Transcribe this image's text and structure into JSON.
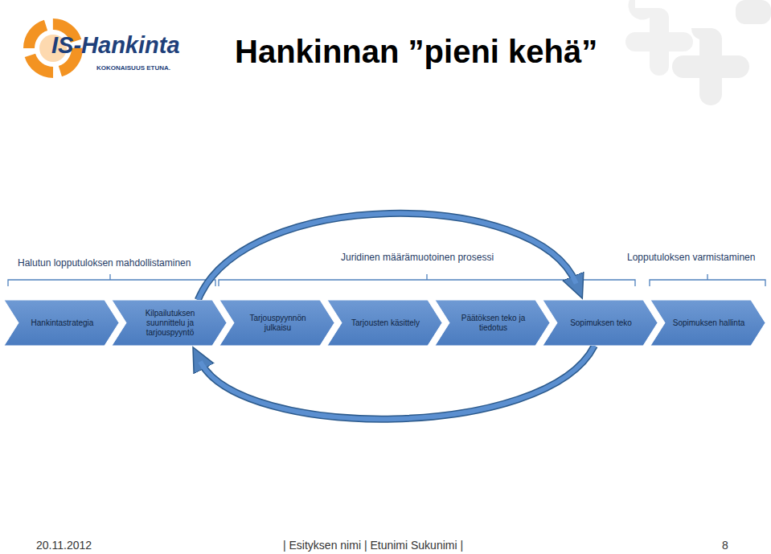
{
  "diagram": {
    "title": "Hankinnan ”pieni kehä”",
    "nodes": [
      {
        "text": [
          "Hankintastrategia"
        ]
      },
      {
        "text": [
          "Kilpailutuksen suunnittelu ja tarjouspyyntö"
        ]
      },
      {
        "text": [
          "Tarjouspyynnön julkaisu"
        ]
      },
      {
        "text": [
          "Tarjousten käsittely"
        ]
      },
      {
        "text": [
          "Päätöksen teko ja tiedotus"
        ]
      },
      {
        "text": [
          "Sopimuksen teko"
        ]
      },
      {
        "text": [
          "Sopimuksen hallinta"
        ]
      }
    ],
    "edges": [
      {
        "from": 1,
        "to": 5,
        "arrow": "to"
      },
      {
        "from": 5,
        "to": 1,
        "arrow": "to"
      }
    ],
    "labels": [
      "IS-Hankinta",
      "KOKONAISUUS ETUNA.",
      "Halutun lopputuloksen mahdollistaminen",
      "Juridinen määrämuotoinen prosessi",
      "Lopputuloksen varmistaminen",
      "20.11.2012",
      "| Esityksen nimi | Etunimi Sukunimi |",
      "8"
    ]
  }
}
